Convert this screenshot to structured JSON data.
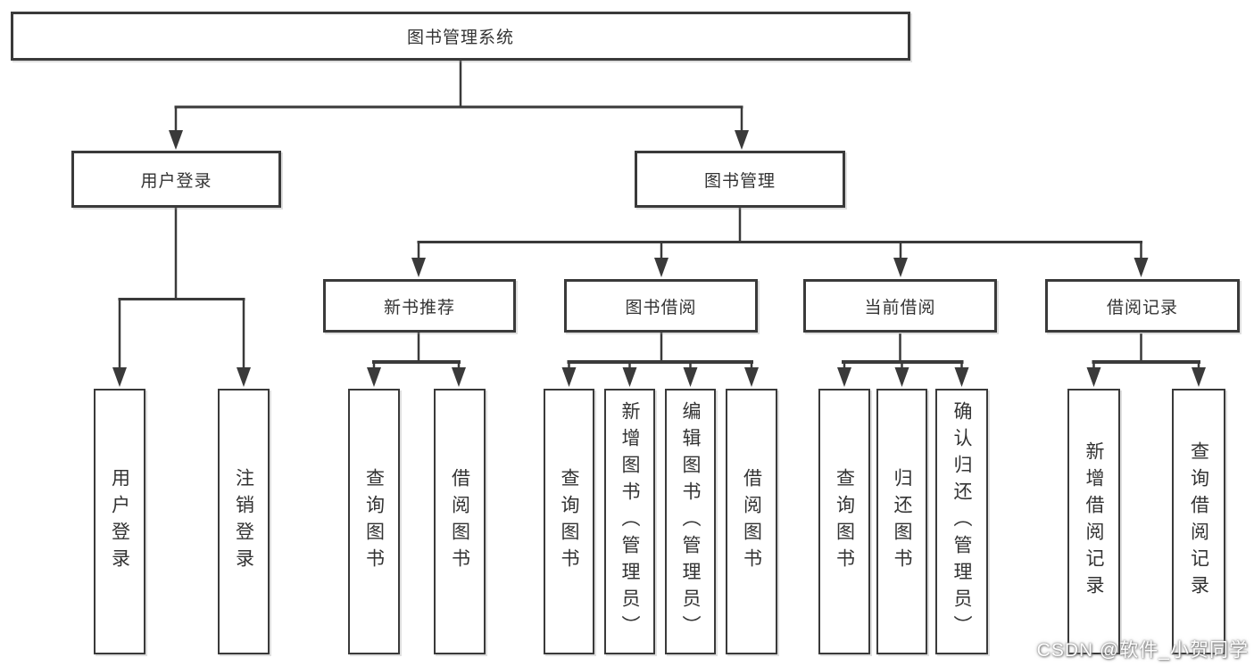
{
  "colors": {
    "line": "#3a3a3a",
    "text": "#333333",
    "background": "#ffffff",
    "watermark": "#ffffff"
  },
  "root": {
    "label": "图书管理系统"
  },
  "branches": [
    {
      "label": "用户登录",
      "children": [
        "用户登录",
        "注销登录"
      ]
    },
    {
      "label": "图书管理",
      "sections": [
        {
          "label": "新书推荐",
          "children": [
            "查询图书",
            "借阅图书"
          ]
        },
        {
          "label": "图书借阅",
          "children": [
            "查询图书",
            "新增图书（管理员）",
            "编辑图书（管理员）",
            "借阅图书"
          ]
        },
        {
          "label": "当前借阅",
          "children": [
            "查询图书",
            "归还图书",
            "确认归还（管理员）"
          ]
        },
        {
          "label": "借阅记录",
          "children": [
            "新增借阅记录",
            "查询借阅记录"
          ]
        }
      ]
    }
  ],
  "watermark": "CSDN @软件_小贺同学"
}
